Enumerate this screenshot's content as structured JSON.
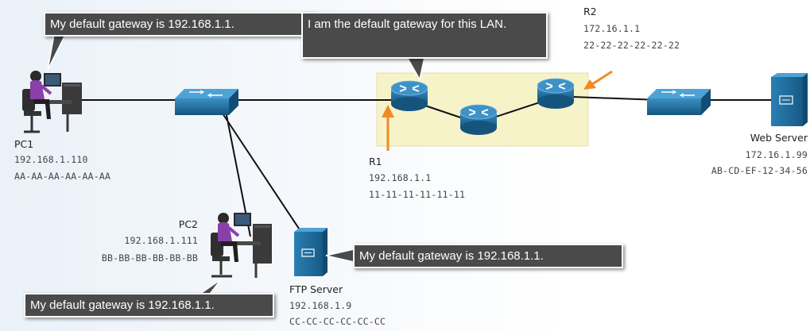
{
  "callouts": {
    "pc1": "My default gateway is 192.168.1.1.",
    "r1": "I am the default gateway for this LAN.",
    "ftp": "My default gateway is 192.168.1.1.",
    "pc2": "My default gateway is 192.168.1.1."
  },
  "devices": {
    "pc1": {
      "name": "PC1",
      "ip": "192.168.1.110",
      "mac": "AA-AA-AA-AA-AA-AA"
    },
    "pc2": {
      "name": "PC2",
      "ip": "192.168.1.111",
      "mac": "BB-BB-BB-BB-BB-BB"
    },
    "r1": {
      "name": "R1",
      "ip": "192.168.1.1",
      "mac": "11-11-11-11-11-11"
    },
    "r2": {
      "name": "R2",
      "ip": "172.16.1.1",
      "mac": "22-22-22-22-22-22"
    },
    "web": {
      "name": "Web Server",
      "ip": "172.16.1.99",
      "mac": "AB-CD-EF-12-34-56"
    },
    "ftp": {
      "name": "FTP Server",
      "ip": "192.168.1.9",
      "mac": "CC-CC-CC-CC-CC-CC"
    }
  },
  "colors": {
    "device_blue": "#1f6fa0",
    "router_area": "#f7f3c9",
    "arrow_orange": "#f08a24",
    "callout_bg": "#4a4a4a"
  },
  "icons": [
    "pc-user-icon",
    "switch-icon",
    "router-icon",
    "server-icon",
    "orange-arrow-icon"
  ]
}
